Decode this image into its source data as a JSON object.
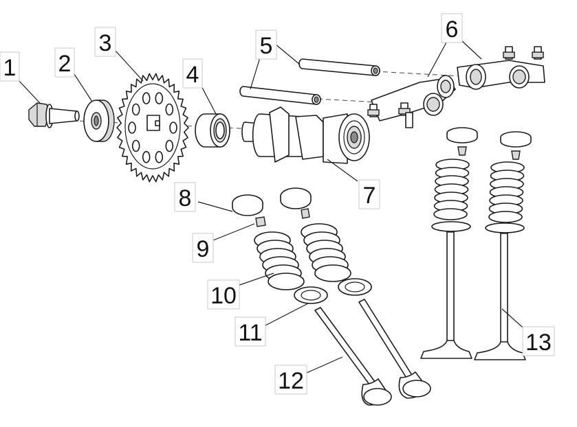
{
  "diagram": {
    "type": "exploded-parts-diagram",
    "callouts": [
      {
        "id": "c1",
        "label": "1"
      },
      {
        "id": "c2",
        "label": "2"
      },
      {
        "id": "c3",
        "label": "3"
      },
      {
        "id": "c4",
        "label": "4"
      },
      {
        "id": "c5",
        "label": "5"
      },
      {
        "id": "c6",
        "label": "6"
      },
      {
        "id": "c7",
        "label": "7"
      },
      {
        "id": "c8",
        "label": "8"
      },
      {
        "id": "c9",
        "label": "9"
      },
      {
        "id": "c10",
        "label": "10"
      },
      {
        "id": "c11",
        "label": "11"
      },
      {
        "id": "c12",
        "label": "12"
      },
      {
        "id": "c13",
        "label": "13"
      }
    ]
  }
}
